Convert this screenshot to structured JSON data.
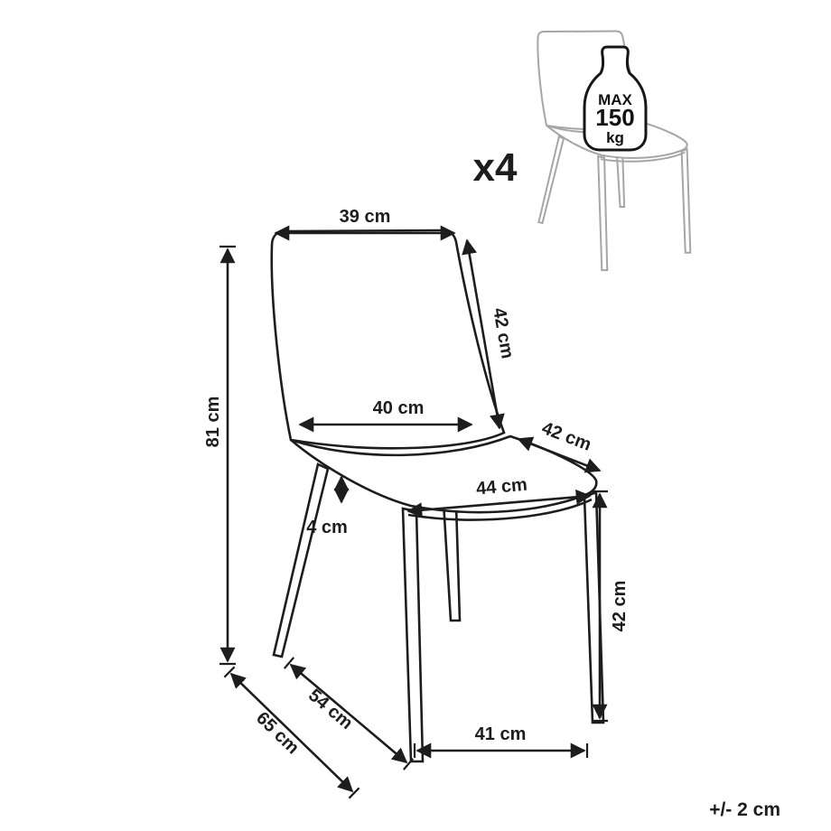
{
  "diagram": {
    "labels": {
      "quantity": "x4",
      "tolerance": "+/- 2 cm"
    },
    "weight_badge": {
      "line1": "MAX",
      "line2": "150",
      "line3": "kg"
    },
    "dimensions": {
      "backrest_top_width": "39 cm",
      "backrest_height": "42 cm",
      "overall_height": "81 cm",
      "backrest_width": "40 cm",
      "seat_depth": "42 cm",
      "seat_width": "44 cm",
      "seat_thickness": "4 cm",
      "seat_height": "42 cm",
      "base_front_width": "41 cm",
      "base_side_depth": "54 cm",
      "overall_depth": "65 cm"
    },
    "colors": {
      "line": "#1d1d1d",
      "icon_line": "#a6a6a6"
    }
  }
}
